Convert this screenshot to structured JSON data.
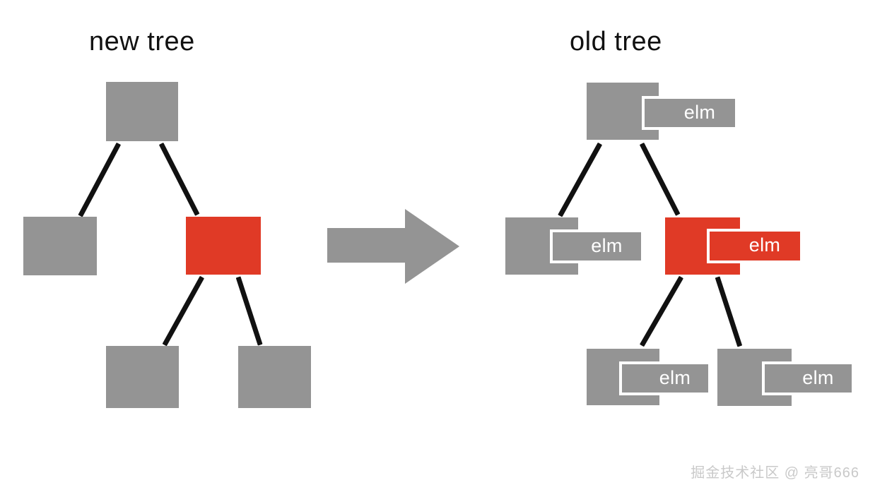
{
  "diagram": {
    "background_color": "#ffffff",
    "node_gray": "#949494",
    "node_red": "#e03a26",
    "edge_color": "#111111",
    "badge_border_color": "#ffffff",
    "badge_text_color": "#ffffff",
    "title_color": "#111111",
    "watermark_color": "#c9c9c9"
  },
  "titles": {
    "new_tree": "new tree",
    "old_tree": "old tree"
  },
  "arrow": {
    "name": "right-arrow",
    "direction": "right",
    "color": "#949494"
  },
  "new_tree": {
    "label": "new tree",
    "nodes": [
      {
        "id": "new-root",
        "role": "root",
        "color": "gray",
        "badge": null
      },
      {
        "id": "new-child-left",
        "role": "child-left",
        "color": "gray",
        "badge": null
      },
      {
        "id": "new-child-right",
        "role": "child-right",
        "color": "red",
        "badge": null
      },
      {
        "id": "new-leaf-left",
        "role": "leaf-left",
        "color": "gray",
        "badge": null
      },
      {
        "id": "new-leaf-right",
        "role": "leaf-right",
        "color": "gray",
        "badge": null
      }
    ],
    "edges": [
      {
        "from": "new-root",
        "to": "new-child-left"
      },
      {
        "from": "new-root",
        "to": "new-child-right"
      },
      {
        "from": "new-child-right",
        "to": "new-leaf-left"
      },
      {
        "from": "new-child-right",
        "to": "new-leaf-right"
      }
    ]
  },
  "old_tree": {
    "label": "old tree",
    "nodes": [
      {
        "id": "old-root",
        "role": "root",
        "color": "gray",
        "badge": "elm"
      },
      {
        "id": "old-child-left",
        "role": "child-left",
        "color": "gray",
        "badge": "elm"
      },
      {
        "id": "old-child-right",
        "role": "child-right",
        "color": "red",
        "badge": "elm"
      },
      {
        "id": "old-leaf-left",
        "role": "leaf-left",
        "color": "gray",
        "badge": "elm"
      },
      {
        "id": "old-leaf-right",
        "role": "leaf-right",
        "color": "gray",
        "badge": "elm"
      }
    ],
    "edges": [
      {
        "from": "old-root",
        "to": "old-child-left"
      },
      {
        "from": "old-root",
        "to": "old-child-right"
      },
      {
        "from": "old-child-right",
        "to": "old-leaf-left"
      },
      {
        "from": "old-child-right",
        "to": "old-leaf-right"
      }
    ],
    "badges": {
      "root": "elm",
      "child_left": "elm",
      "child_right": "elm",
      "leaf_left": "elm",
      "leaf_right": "elm"
    }
  },
  "watermark": {
    "text": "掘金技术社区 @ 亮哥666"
  }
}
